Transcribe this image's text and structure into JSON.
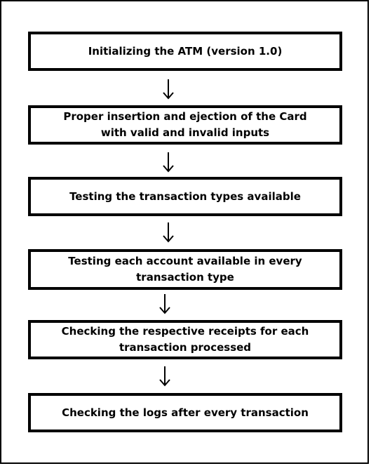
{
  "flowchart": {
    "steps": [
      {
        "text": "Initializing the ATM (version 1.0)"
      },
      {
        "text": "Proper insertion and ejection of the Card\nwith valid and invalid inputs"
      },
      {
        "text": "Testing the transaction types available"
      },
      {
        "text": "Testing each account available in every\ntransaction type"
      },
      {
        "text": "Checking the respective receipts for each\ntransaction processed"
      },
      {
        "text": "Checking the logs after every transaction"
      }
    ]
  }
}
